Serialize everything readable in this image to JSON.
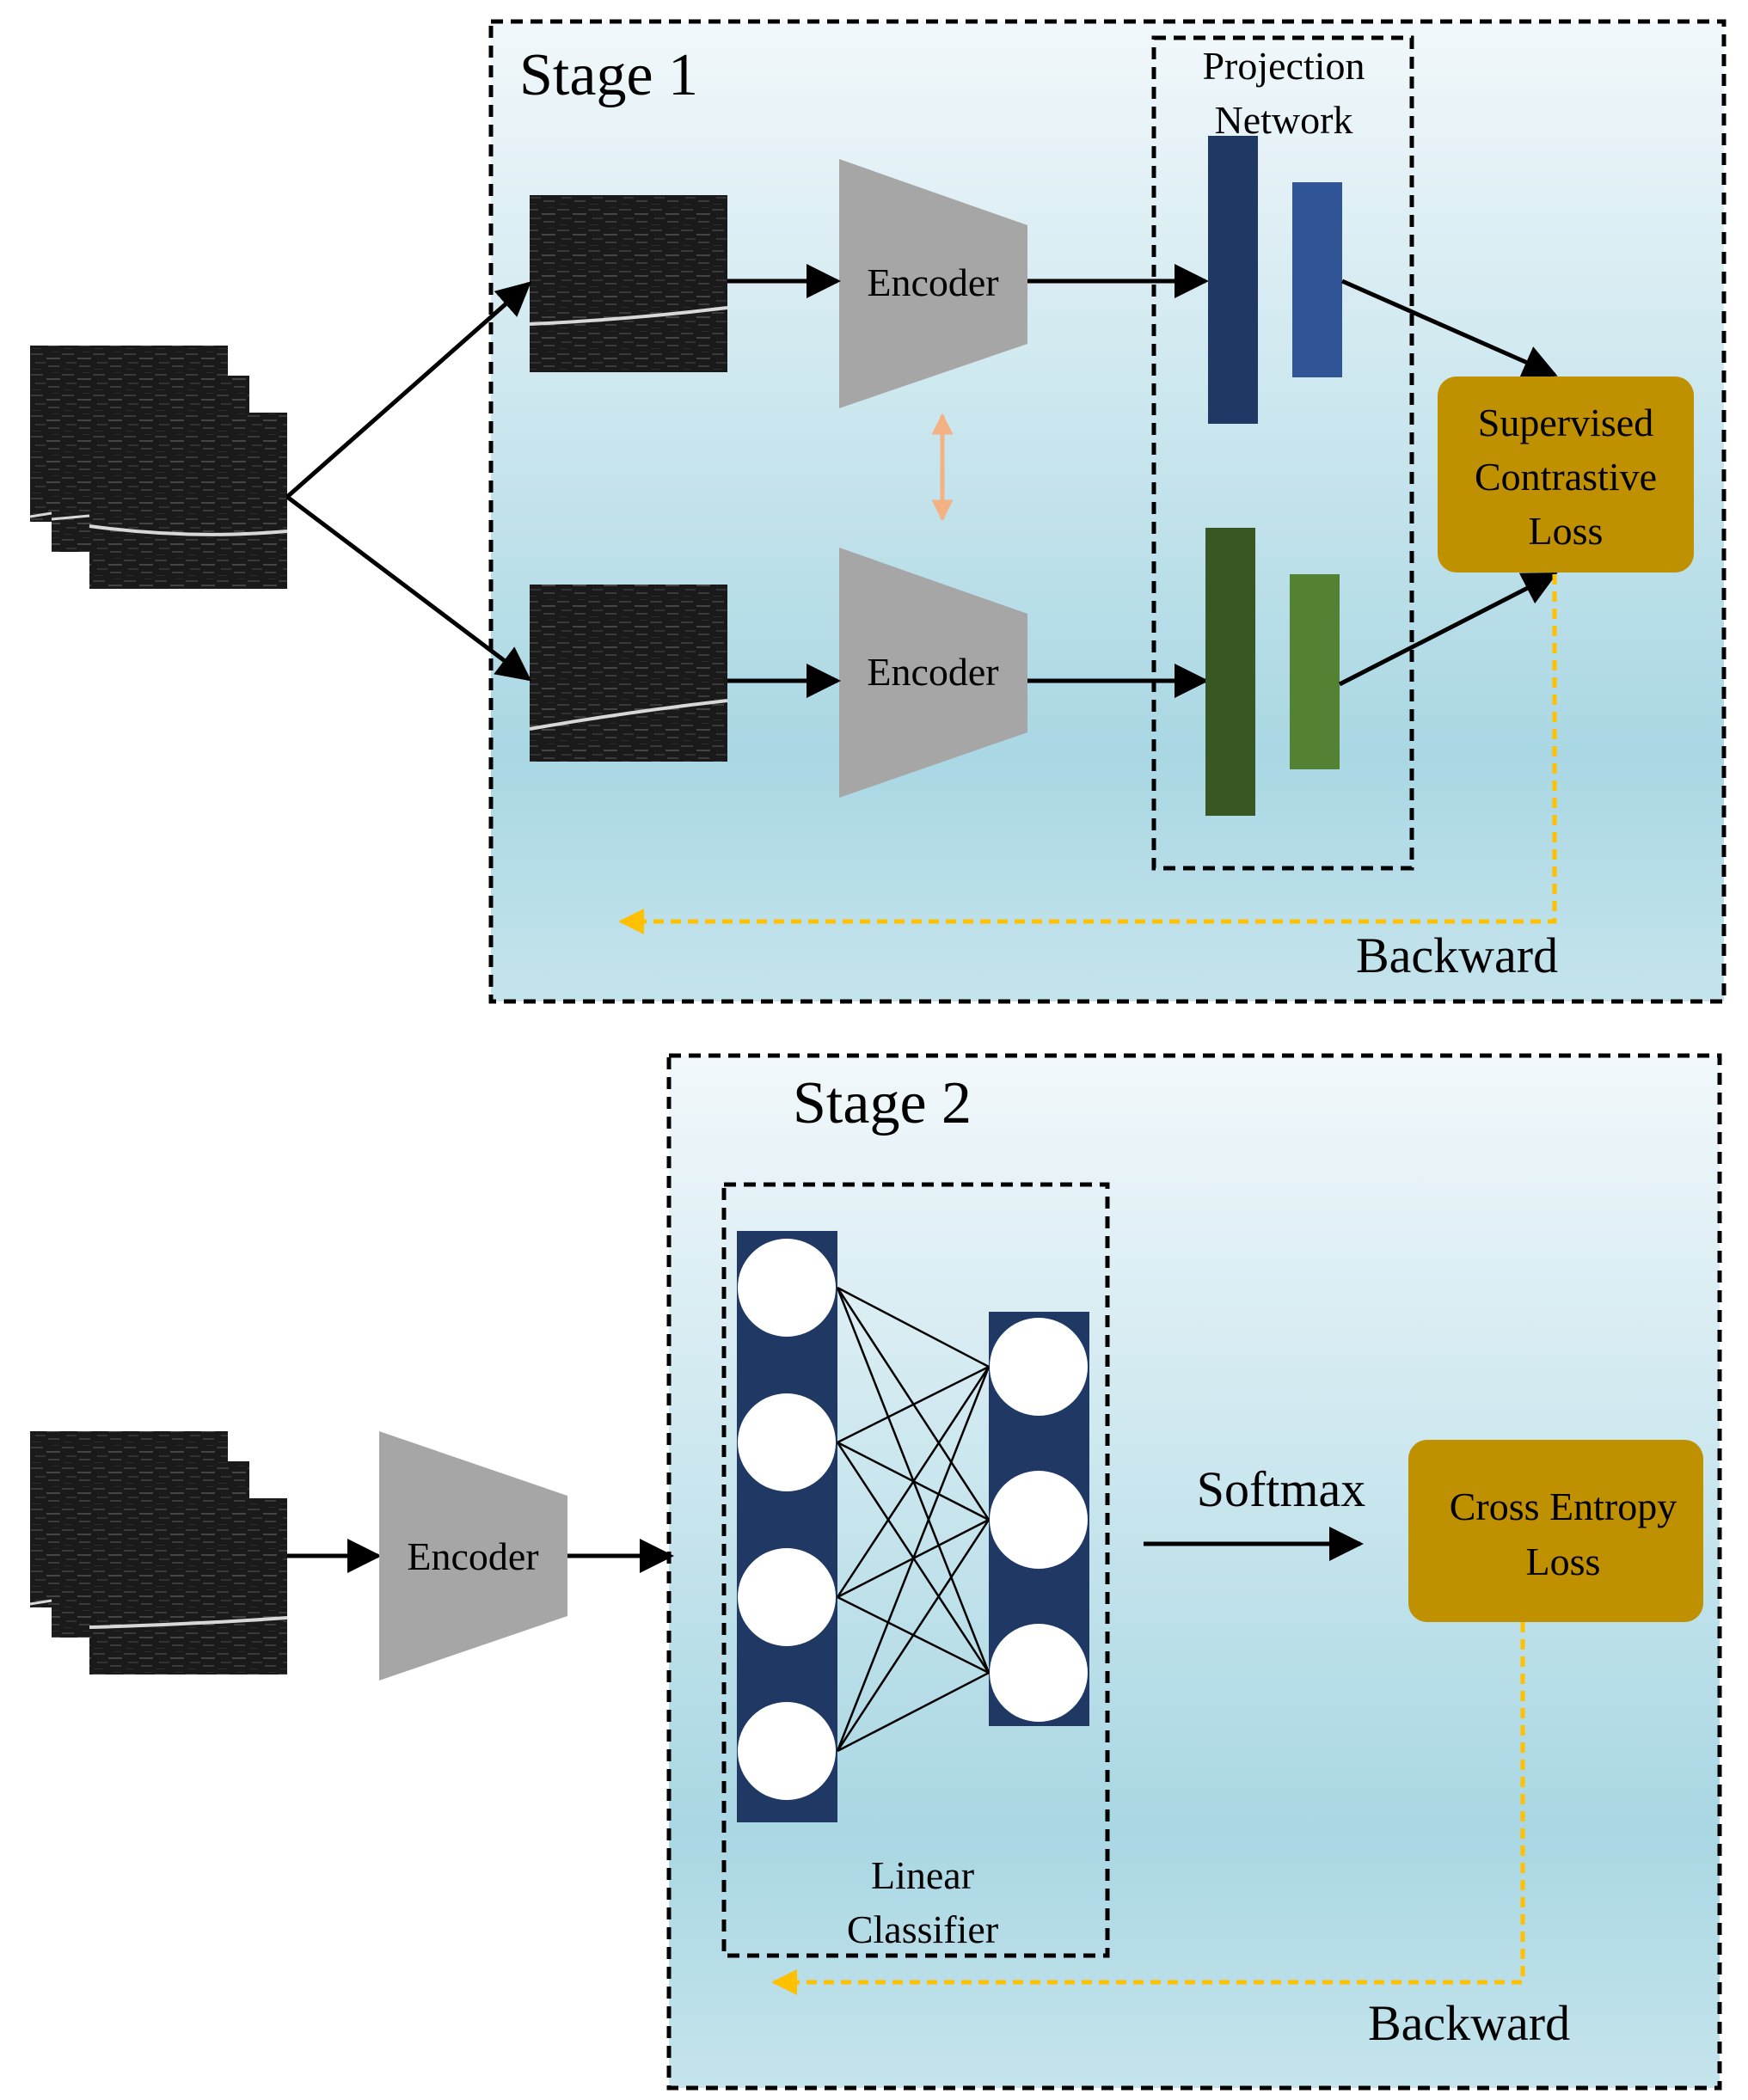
{
  "stage1": {
    "title": "Stage 1",
    "projection_title_line1": "Projection",
    "projection_title_line2": "Network",
    "encoder_top": "Encoder",
    "encoder_bottom": "Encoder",
    "loss_line1": "Supervised",
    "loss_line2": "Contrastive",
    "loss_line3": "Loss",
    "backward": "Backward"
  },
  "stage2": {
    "title": "Stage 2",
    "encoder": "Encoder",
    "softmax": "Softmax",
    "classifier_line1": "Linear",
    "classifier_line2": "Classifier",
    "loss_line1": "Cross Entropy",
    "loss_line2": "Loss",
    "backward": "Backward"
  },
  "colors": {
    "panel_top": "#f2f8fb",
    "panel_bottom": "#a9d7e3",
    "encoder_gray": "#a6a6a6",
    "loss_gold": "#bf9000",
    "navy_dark": "#1f3864",
    "navy_light": "#2f5597",
    "green_dark": "#385723",
    "green_light": "#548235",
    "classifier_navy": "#203864",
    "backward_arrow": "#ffc000",
    "augment_arrow": "#f4b183"
  },
  "icons": [
    "image-stack-icon",
    "spectrogram-image-icon",
    "encoder-trapezoid-icon",
    "neural-network-icon"
  ]
}
